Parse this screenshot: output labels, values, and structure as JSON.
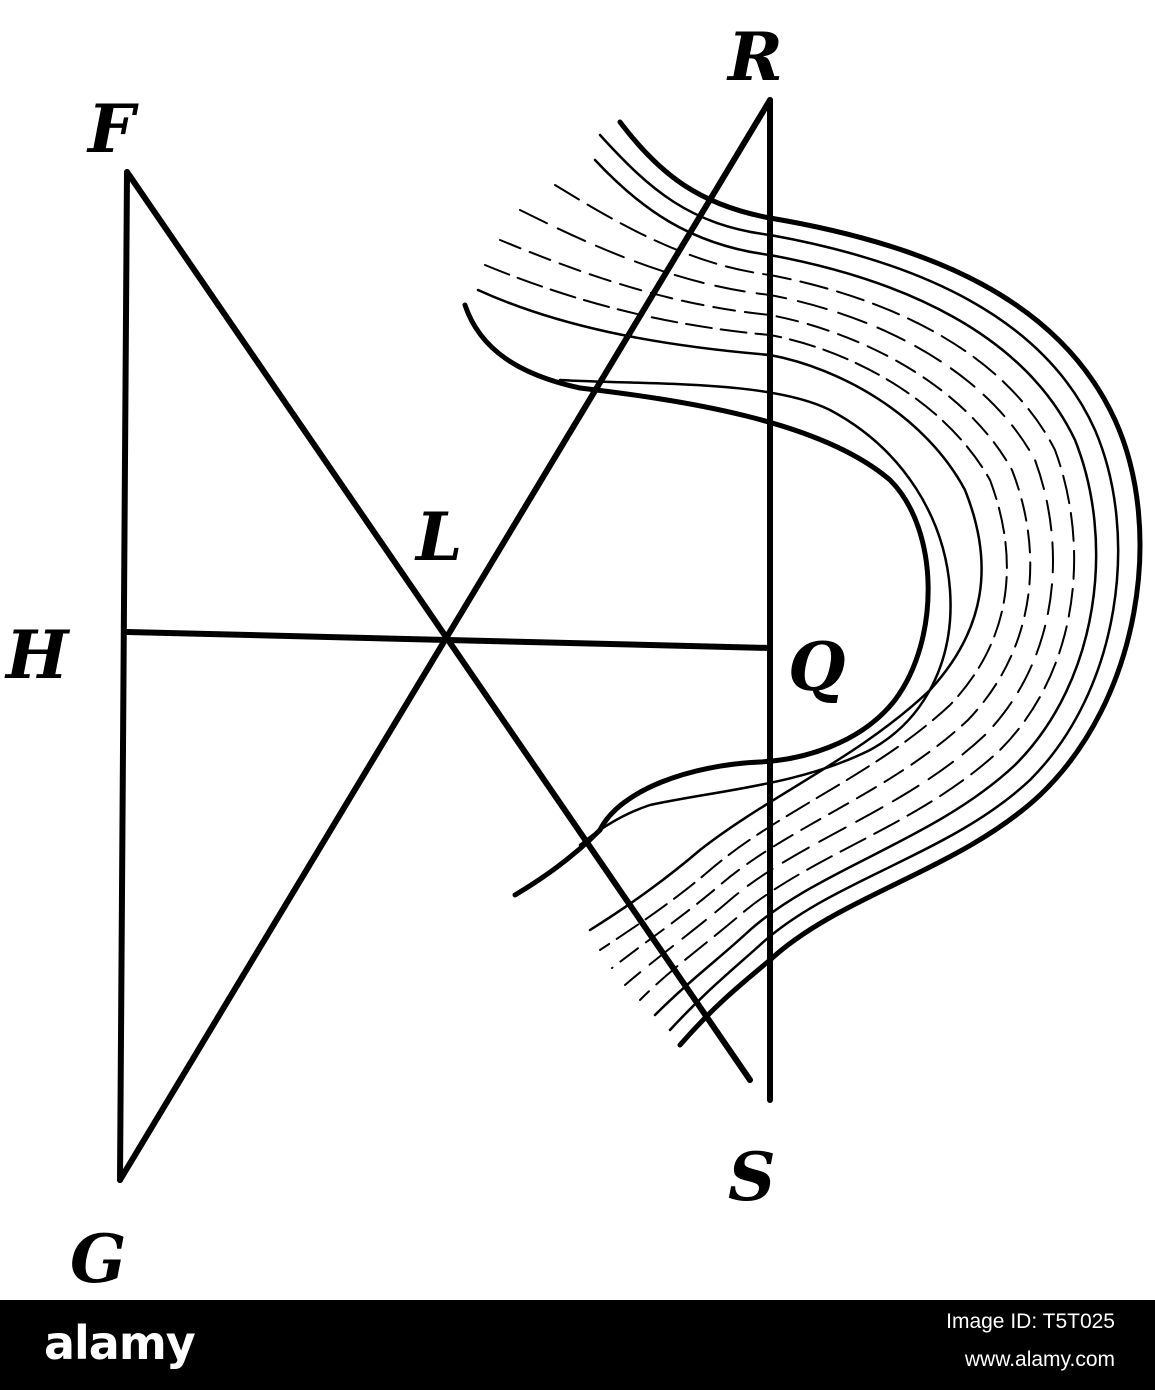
{
  "diagram": {
    "points": {
      "F": "F",
      "H": "H",
      "G": "G",
      "L": "L",
      "Q": "Q",
      "R": "R",
      "S": "S"
    }
  },
  "footer": {
    "logo": "alamy",
    "image_id": "Image ID: T5T025",
    "site": "www.alamy.com"
  }
}
